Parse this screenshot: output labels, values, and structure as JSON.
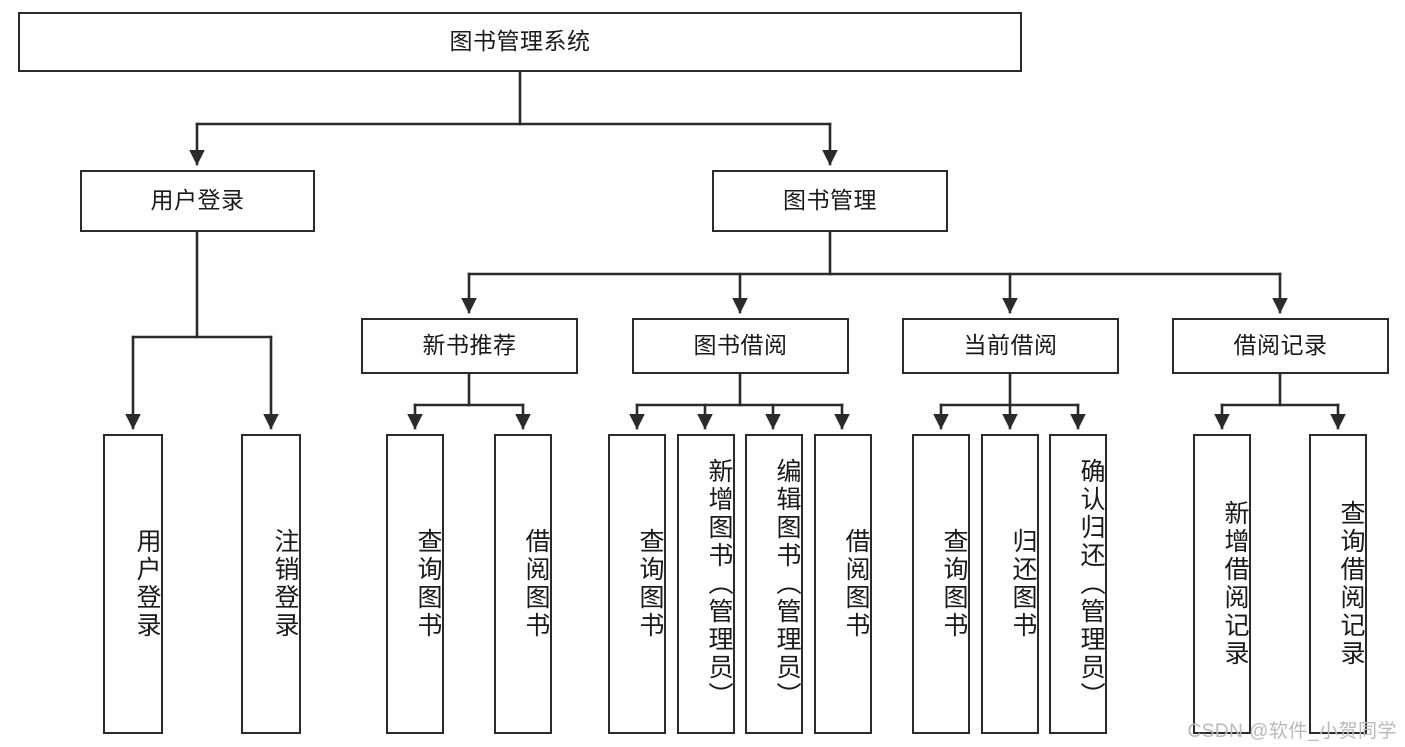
{
  "diagram": {
    "title": "图书管理系统",
    "watermark": "CSDN @软件_小贺同学",
    "colors": {
      "box_border": "#2b2b2b",
      "box_fill": "#ffffff",
      "edge": "#2b2b2b",
      "text": "#1a1a1a",
      "watermark": "#b9b9b9",
      "background": "#ffffff"
    },
    "levels": {
      "root": {
        "label": "图书管理系统"
      },
      "level2": [
        {
          "label": "用户登录"
        },
        {
          "label": "图书管理"
        }
      ],
      "level3": [
        {
          "label": "新书推荐"
        },
        {
          "label": "图书借阅"
        },
        {
          "label": "当前借阅"
        },
        {
          "label": "借阅记录"
        }
      ],
      "level4": [
        {
          "label": "用户登录",
          "parent": "用户登录"
        },
        {
          "label": "注销登录",
          "parent": "用户登录"
        },
        {
          "label": "查询图书",
          "parent": "新书推荐"
        },
        {
          "label": "借阅图书",
          "parent": "新书推荐"
        },
        {
          "label": "查询图书",
          "parent": "图书借阅"
        },
        {
          "label": "新增图书（管理员）",
          "parent": "图书借阅"
        },
        {
          "label": "编辑图书（管理员）",
          "parent": "图书借阅"
        },
        {
          "label": "借阅图书",
          "parent": "图书借阅"
        },
        {
          "label": "查询图书",
          "parent": "当前借阅"
        },
        {
          "label": "归还图书",
          "parent": "当前借阅"
        },
        {
          "label": "确认归还（管理员）",
          "parent": "当前借阅"
        },
        {
          "label": "新增借阅记录",
          "parent": "借阅记录"
        },
        {
          "label": "查询借阅记录",
          "parent": "借阅记录"
        }
      ]
    }
  }
}
